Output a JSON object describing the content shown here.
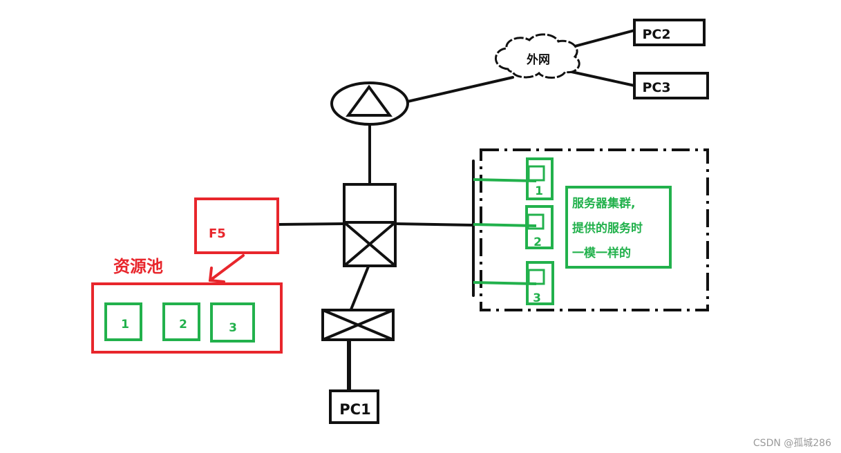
{
  "colors": {
    "black": "#111111",
    "red": "#e8262c",
    "green": "#22b14c",
    "watermark": "#9a9a9a"
  },
  "pcs": {
    "pc1": "PC1",
    "pc2": "PC2",
    "pc3": "PC3"
  },
  "internet": {
    "label": "外网"
  },
  "f5": {
    "label": "F5"
  },
  "pool": {
    "title": "资源池",
    "items": [
      "1",
      "2",
      "3"
    ]
  },
  "cluster": {
    "servers": [
      "1",
      "2",
      "3"
    ],
    "note_lines": [
      "服务器集群,",
      "提供的服务时",
      "一模一样的"
    ]
  },
  "watermark": "CSDN @孤城286"
}
